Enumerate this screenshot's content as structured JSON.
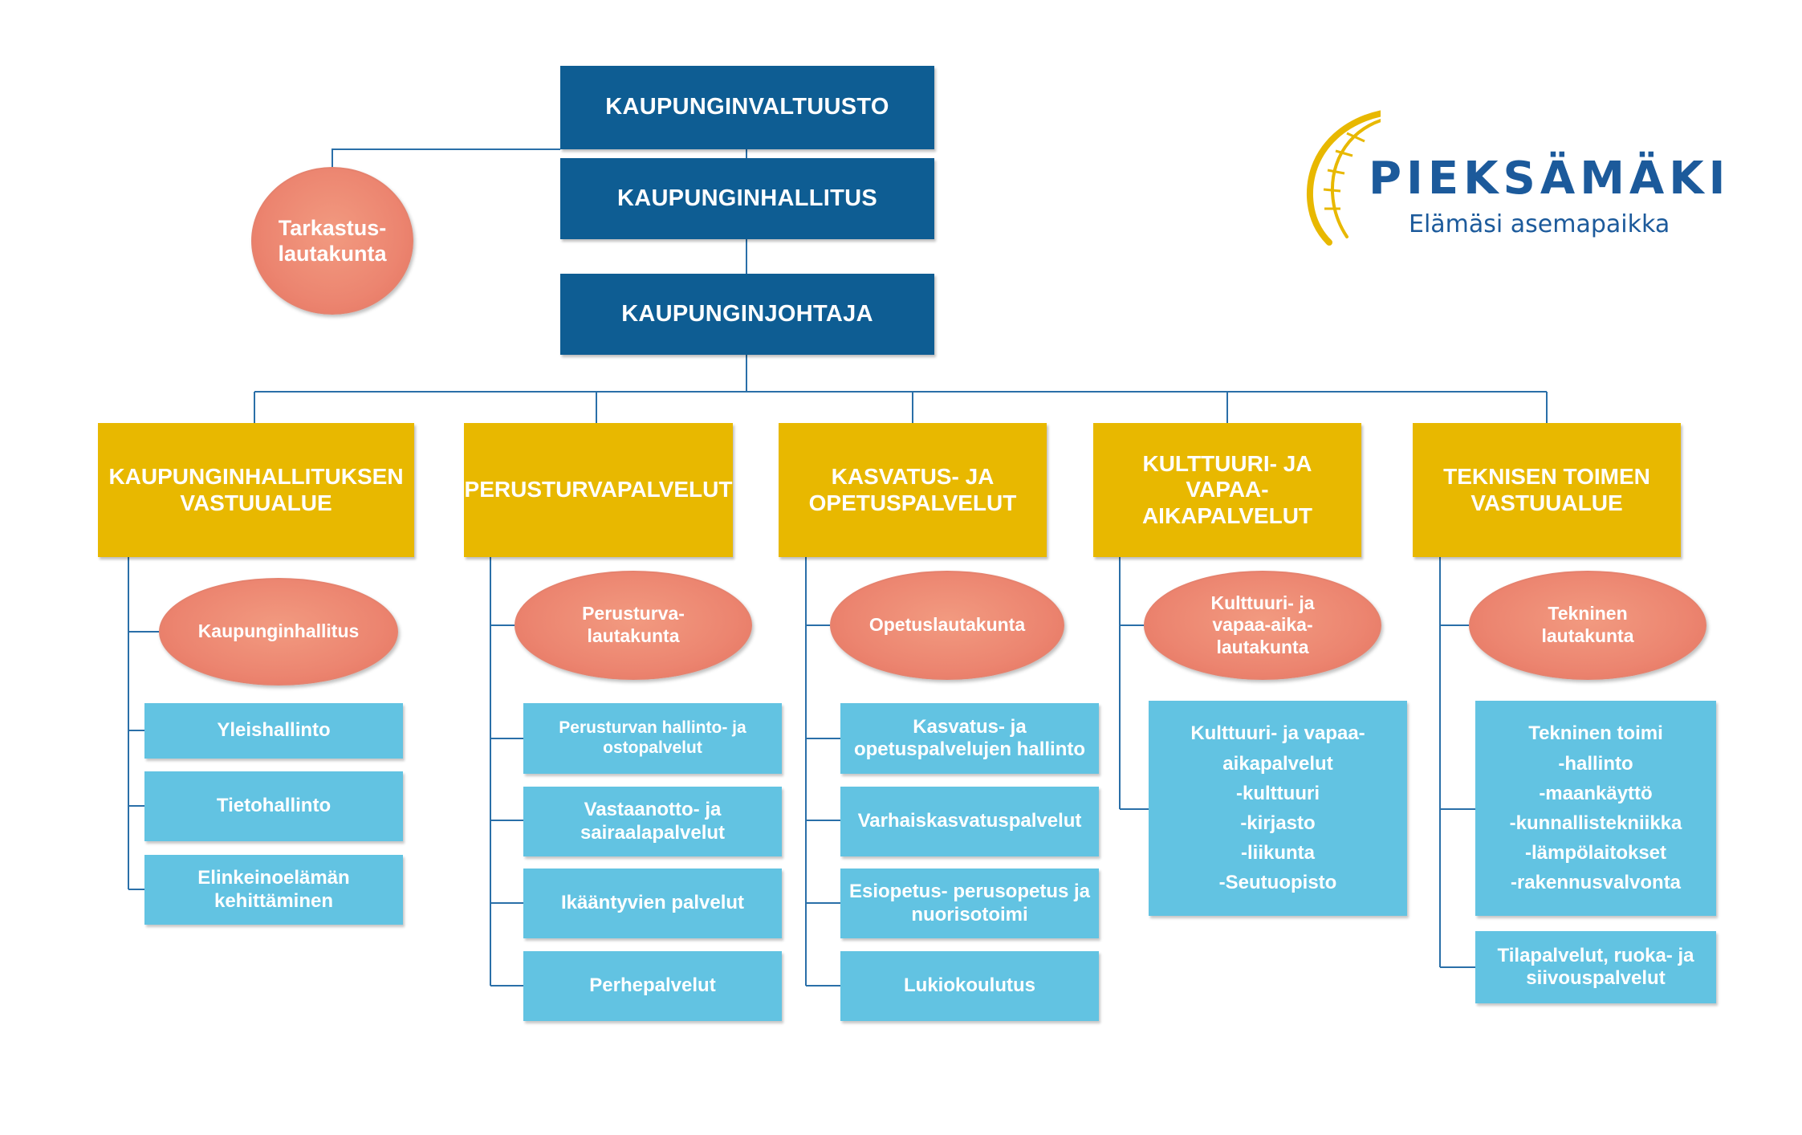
{
  "top": {
    "council": "KAUPUNGINVALTUUSTO",
    "board": "KAUPUNGINHALLITUS",
    "manager": "KAUPUNGINJOHTAJA",
    "audit_line1": "Tarkastus-",
    "audit_line2": "lautakunta"
  },
  "logo": {
    "name": "PIEKSÄMÄKI",
    "slogan": "Elämäsi asemapaikka"
  },
  "areas": [
    {
      "title": "KAUPUNGINHALLITUKSEN VASTUUALUE",
      "committee": "Kaupunginhallitus",
      "services": [
        "Yleishallinto",
        "Tietohallinto",
        "Elinkeinoelämän kehittäminen"
      ]
    },
    {
      "title": "PERUSTURVAPALVELUT",
      "committee_line1": "Perusturva-",
      "committee_line2": "lautakunta",
      "services": [
        "Perusturvan hallinto- ja ostopalvelut",
        "Vastaanotto- ja sairaalapalvelut",
        "Ikääntyvien palvelut",
        "Perhepalvelut"
      ]
    },
    {
      "title": "KASVATUS- JA OPETUSPALVELUT",
      "committee": "Opetuslautakunta",
      "services": [
        "Kasvatus- ja opetuspalvelujen hallinto",
        "Varhaiskasvatuspalvelut",
        "Esiopetus- perusopetus ja nuorisotoimi",
        "Lukiokoulutus"
      ]
    },
    {
      "title": "KULTTUURI- JA VAPAA-AIKAPALVELUT",
      "committee_line1": "Kulttuuri- ja",
      "committee_line2": "vapaa-aika-",
      "committee_line3": "lautakunta",
      "services_multiline": [
        "Kulttuuri- ja vapaa-",
        "aikapalvelut",
        "-kulttuuri",
        "-kirjasto",
        "-liikunta",
        "-Seutuopisto"
      ]
    },
    {
      "title": "TEKNISEN TOIMEN VASTUUALUE",
      "committee_line1": "Tekninen",
      "committee_line2": "lautakunta",
      "services_multiline": [
        "Tekninen toimi",
        "-hallinto",
        "-maankäyttö",
        "-kunnallistekniikka",
        "-lämpölaitokset",
        "-rakennusvalvonta"
      ],
      "services": [
        "Tilapalvelut, ruoka- ja siivouspalvelut"
      ]
    }
  ],
  "colors": {
    "dark_blue": "#0e5d93",
    "gold": "#e8b800",
    "light_blue": "#62c3e2",
    "salmon": "#ec8570",
    "connector": "#2a6fa8",
    "logo_blue": "#1c5a9b",
    "logo_gold": "#e8b800"
  }
}
